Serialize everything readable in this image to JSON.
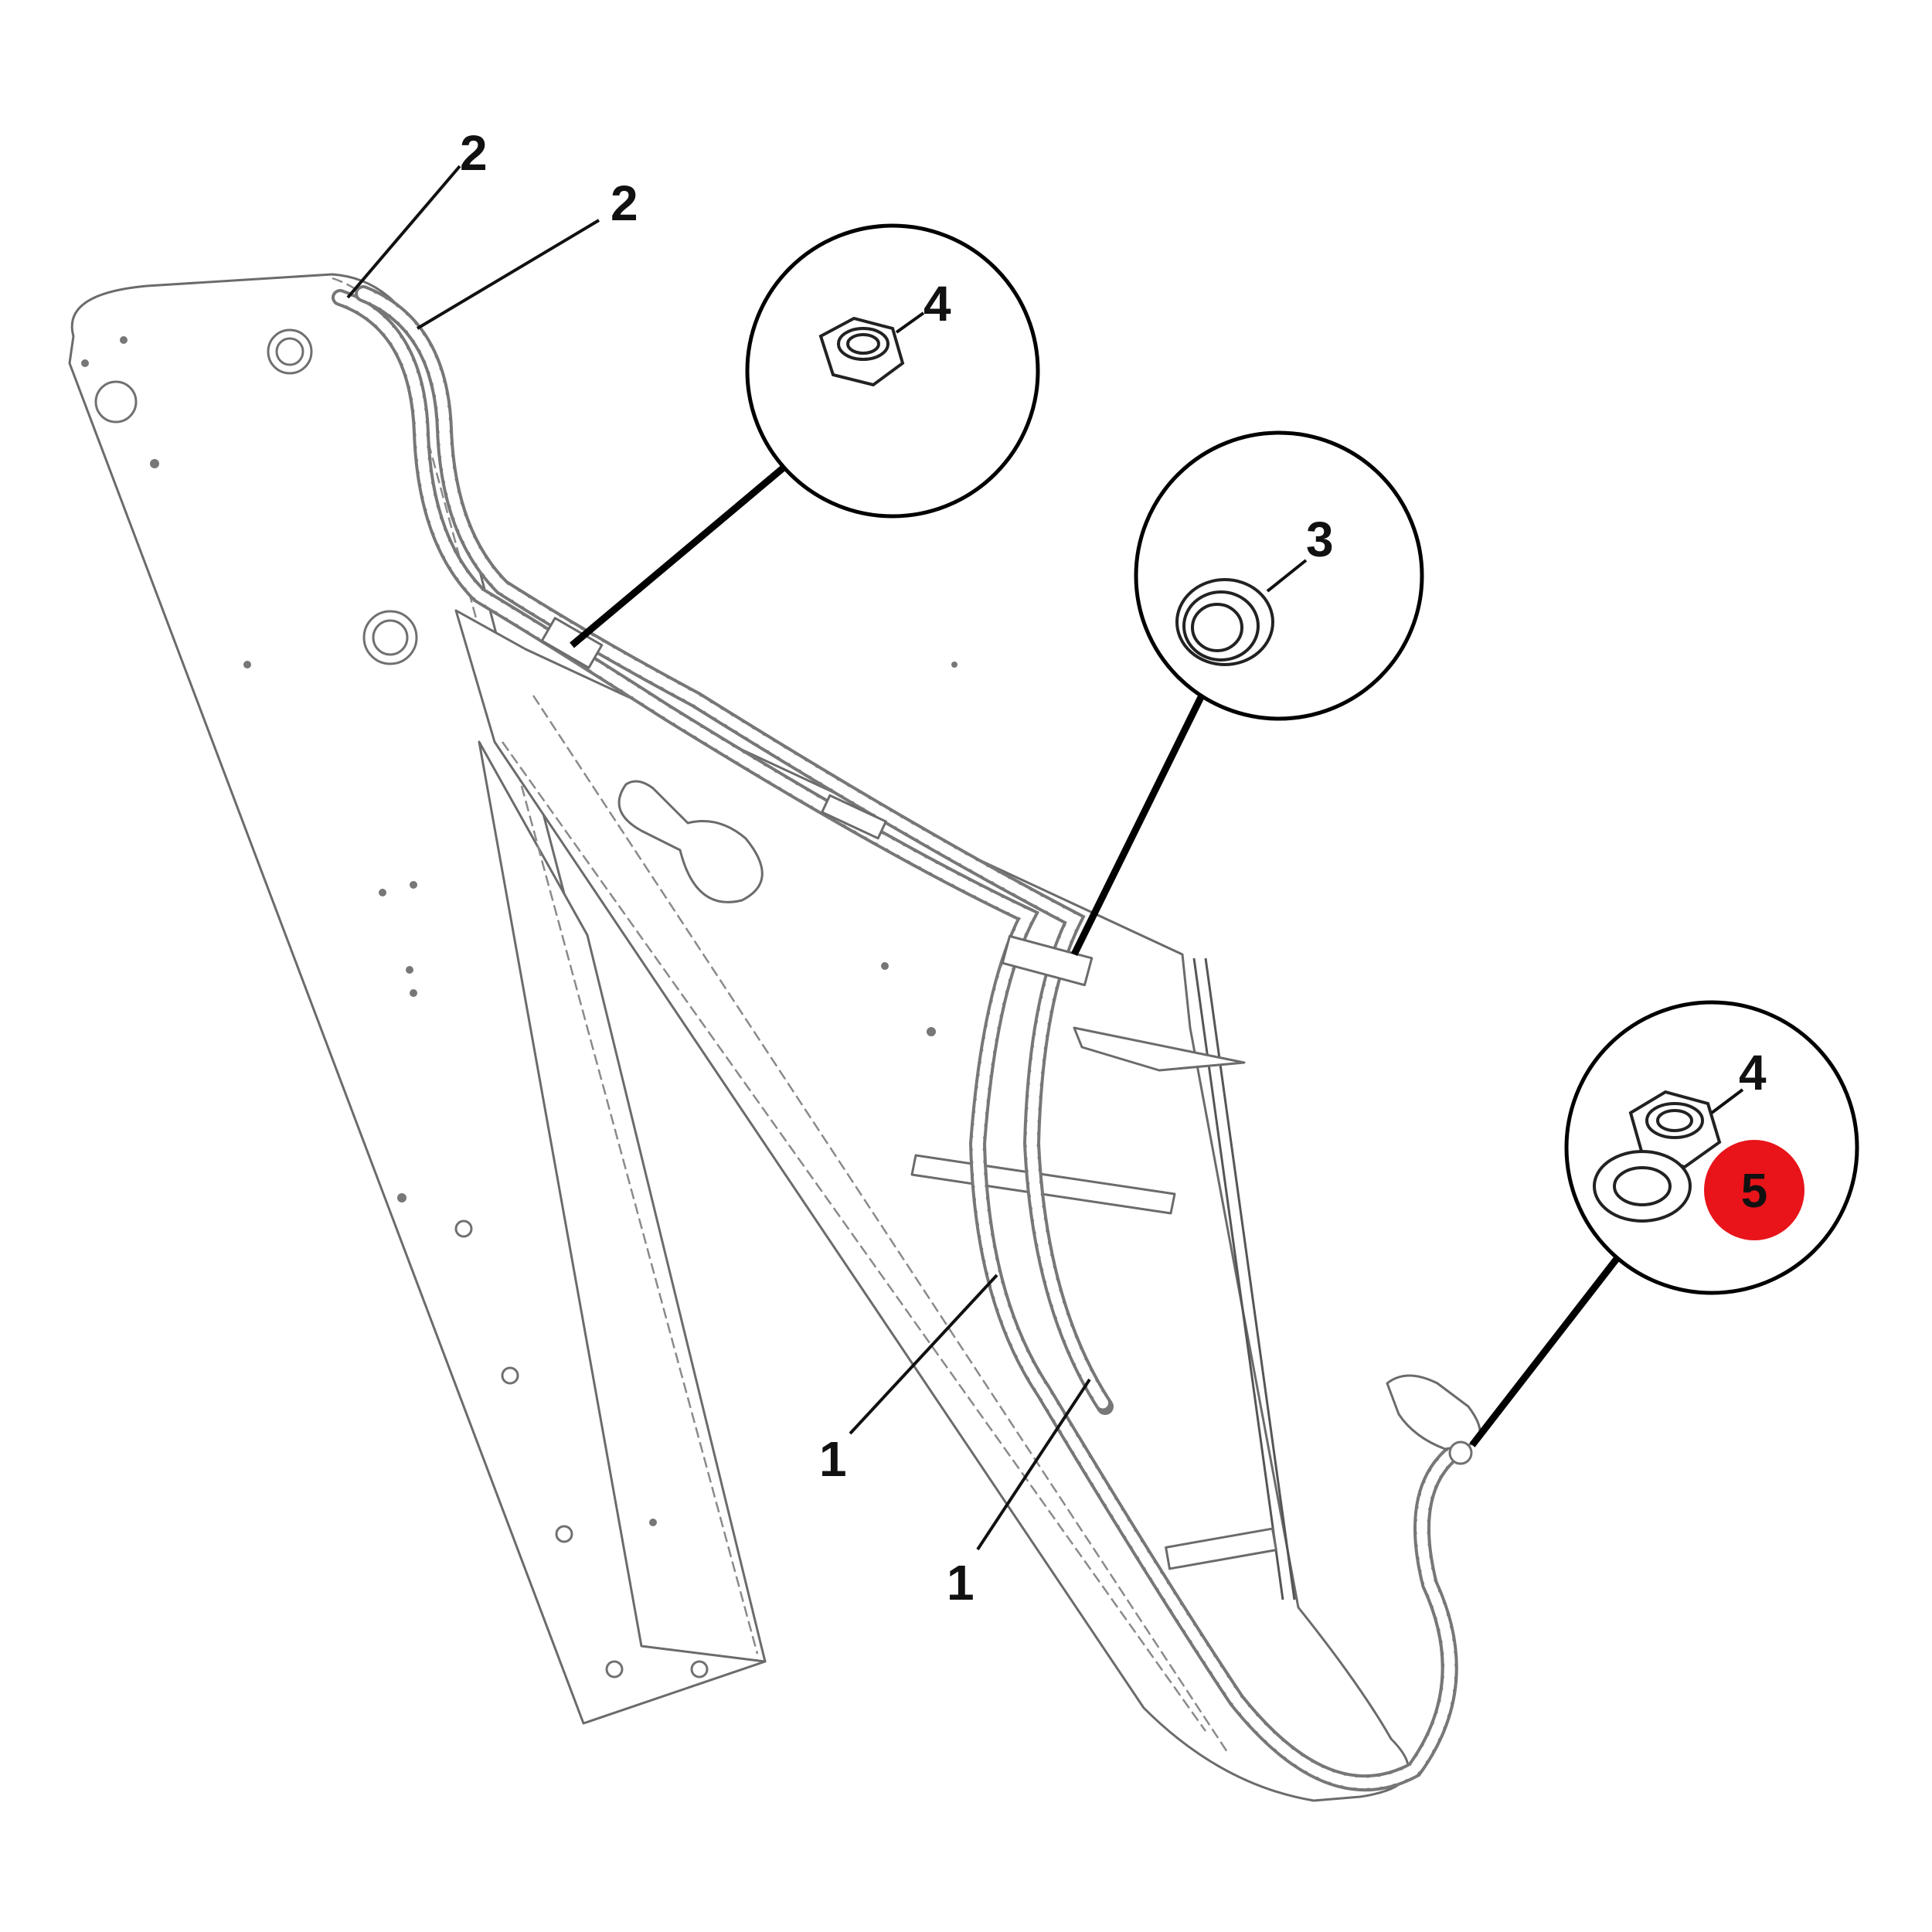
{
  "labels": {
    "item_2_upper": "2",
    "item_2_lower": "2",
    "item_4_top": "4",
    "item_3": "3",
    "item_4_right": "4",
    "item_5": "5",
    "item_1_left": "1",
    "item_1_right": "1"
  },
  "colors": {
    "highlight_badge": "#e8141a",
    "line": "#000000",
    "background": "#ffffff"
  }
}
